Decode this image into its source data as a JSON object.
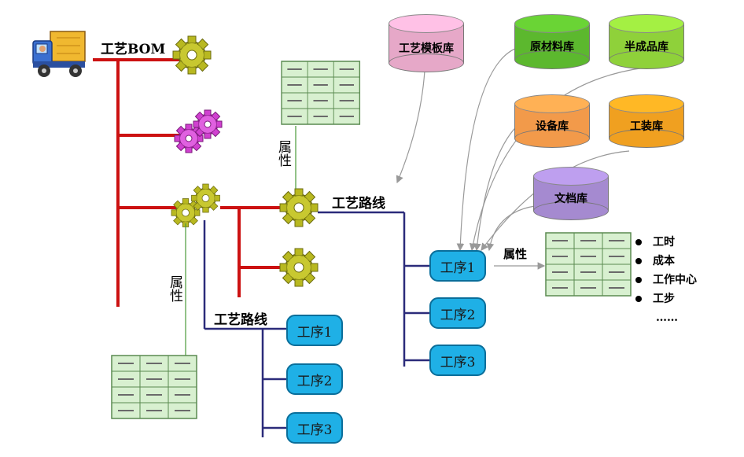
{
  "bom_title": "工艺BOM",
  "attr_label": "属性",
  "attr_label_h": "属性",
  "route_label": "工艺路线",
  "route_left": {
    "label": "工艺路线",
    "steps": [
      "工序1",
      "工序2",
      "工序3"
    ]
  },
  "route_right": {
    "label": "工艺路线",
    "steps": [
      "工序1",
      "工序2",
      "工序3"
    ]
  },
  "libraries": [
    {
      "name": "工艺模板库",
      "color": "#e6a8c8"
    },
    {
      "name": "原材料库",
      "color": "#5cb82e"
    },
    {
      "name": "半成品库",
      "color": "#8fd13a"
    },
    {
      "name": "设备库",
      "color": "#f29a4a"
    },
    {
      "name": "工装库",
      "color": "#f0a020"
    },
    {
      "name": "文档库",
      "color": "#a58ad0"
    }
  ],
  "attributes": [
    "工时",
    "成本",
    "工作中心",
    "工步",
    "……"
  ],
  "colors": {
    "tree": "#cc1111",
    "route": "#2b2b7a",
    "attr_line": "#4a9a3a",
    "process": "#1fb0e6",
    "table": "#d8f0d0",
    "gear_yellow": "#b8b820",
    "gear_purple": "#d040d0"
  }
}
